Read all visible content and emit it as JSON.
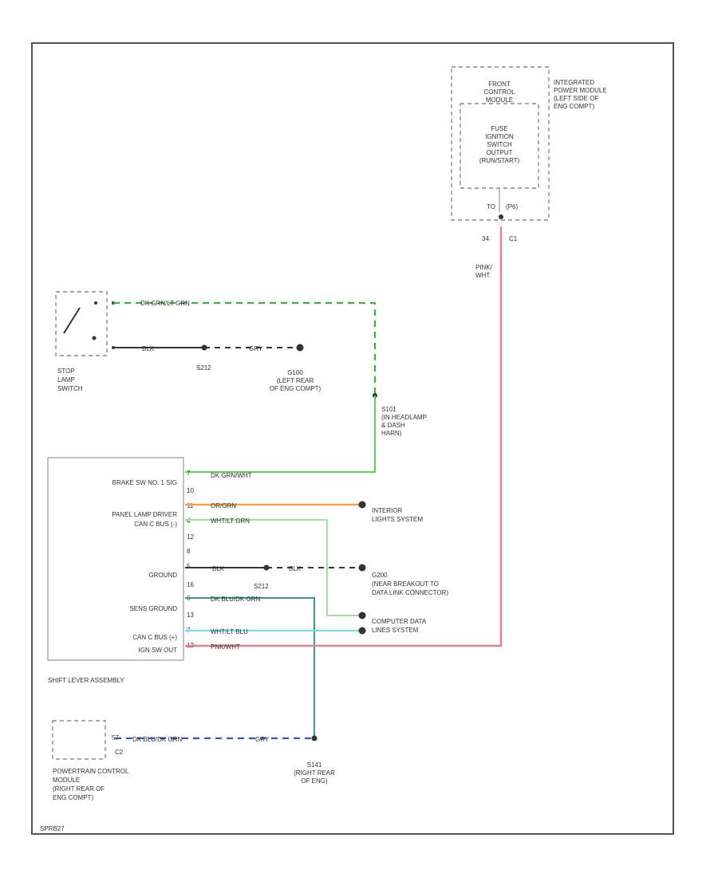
{
  "components": {
    "ipm": {
      "title": "INTEGRATED POWER MODULE (LEFT SIDE OF ENG COMPT)",
      "fcm": "FRONT CONTROL MODULE",
      "fuse": [
        "FUSE",
        "IGNITION",
        "SWITCH",
        "OUTPUT",
        "(RUN/START)"
      ],
      "pin_left": "TO",
      "pin_right": "(P6)",
      "conn_left": "34",
      "conn_right": "C1"
    },
    "stop_lamp": {
      "label": [
        "STOP",
        "LAMP",
        "SWITCH"
      ]
    },
    "shift_lever": {
      "label": "SHIFT LEVER ASSEMBLY",
      "pins": [
        {
          "name": "BRAKE SW NO. 1 SIG",
          "num": "7"
        },
        {
          "name": "",
          "num": "10"
        },
        {
          "name": "PANEL LAMP DRIVER",
          "num": "11"
        },
        {
          "name": "CAN C BUS (-)",
          "num": "4"
        },
        {
          "name": "",
          "num": "12"
        },
        {
          "name": "",
          "num": "8"
        },
        {
          "name": "GROUND",
          "num": "5"
        },
        {
          "name": "",
          "num": "16"
        },
        {
          "name": "SENS GROUND",
          "num": "6"
        },
        {
          "name": "",
          "num": "13"
        },
        {
          "name": "CAN C BUS (+)",
          "num": "7"
        },
        {
          "name": "IGN SW OUT",
          "num": "12"
        }
      ]
    },
    "pcm": {
      "label": [
        "POWERTRAIN CONTROL",
        "MODULE",
        "(RIGHT REAR OF",
        "ENG COMPT)"
      ],
      "conn": "C2",
      "pin": "57"
    }
  },
  "wires": {
    "stop_green": "DK GRN/LT GRN",
    "stop_black": "BLK",
    "black_gray": "GRY",
    "ipm_pink": "PINK/WHT",
    "brake": "DK GRN/WHT",
    "panel_lamp": "OR/GRN",
    "can_minus": "WHT/LT GRN",
    "ground_a": "BLK",
    "ground_b": "BLK",
    "sens_ground": "DK BLU/DK GRN",
    "can_plus": "WHT/LT BLU",
    "ign_out": "PNK/WHT",
    "pcm_wire": "DK BLU/DK GRN",
    "pcm_gray": "GRY"
  },
  "splices": {
    "s212a": "S212",
    "g100": [
      "G100",
      "(LEFT REAR",
      "OF ENG COMPT)"
    ],
    "s101": [
      "S101",
      "(IN HEADLAMP",
      "& DASH",
      "HARN)"
    ],
    "interior": [
      "INTERIOR",
      "LIGHTS SYSTEM"
    ],
    "g200": [
      "G200",
      "(NEAR BREAKOUT TO",
      "DATA LINK CONNECTOR)"
    ],
    "computer": [
      "COMPUTER DATA",
      "LINES SYSTEM"
    ],
    "s141": [
      "S141",
      "(RIGHT REAR",
      "OF ENG)"
    ],
    "s212b": "S212"
  },
  "footer_code": "SPRB27",
  "colors": {
    "green_dash": "#33bb33",
    "green": "#5fcf5f",
    "orange": "#f0a050",
    "light_green": "#9fe09f",
    "teal": "#3a9a8a",
    "cyan": "#6fe0e8",
    "pink": "#f07a90",
    "blue": "#3355cc"
  }
}
